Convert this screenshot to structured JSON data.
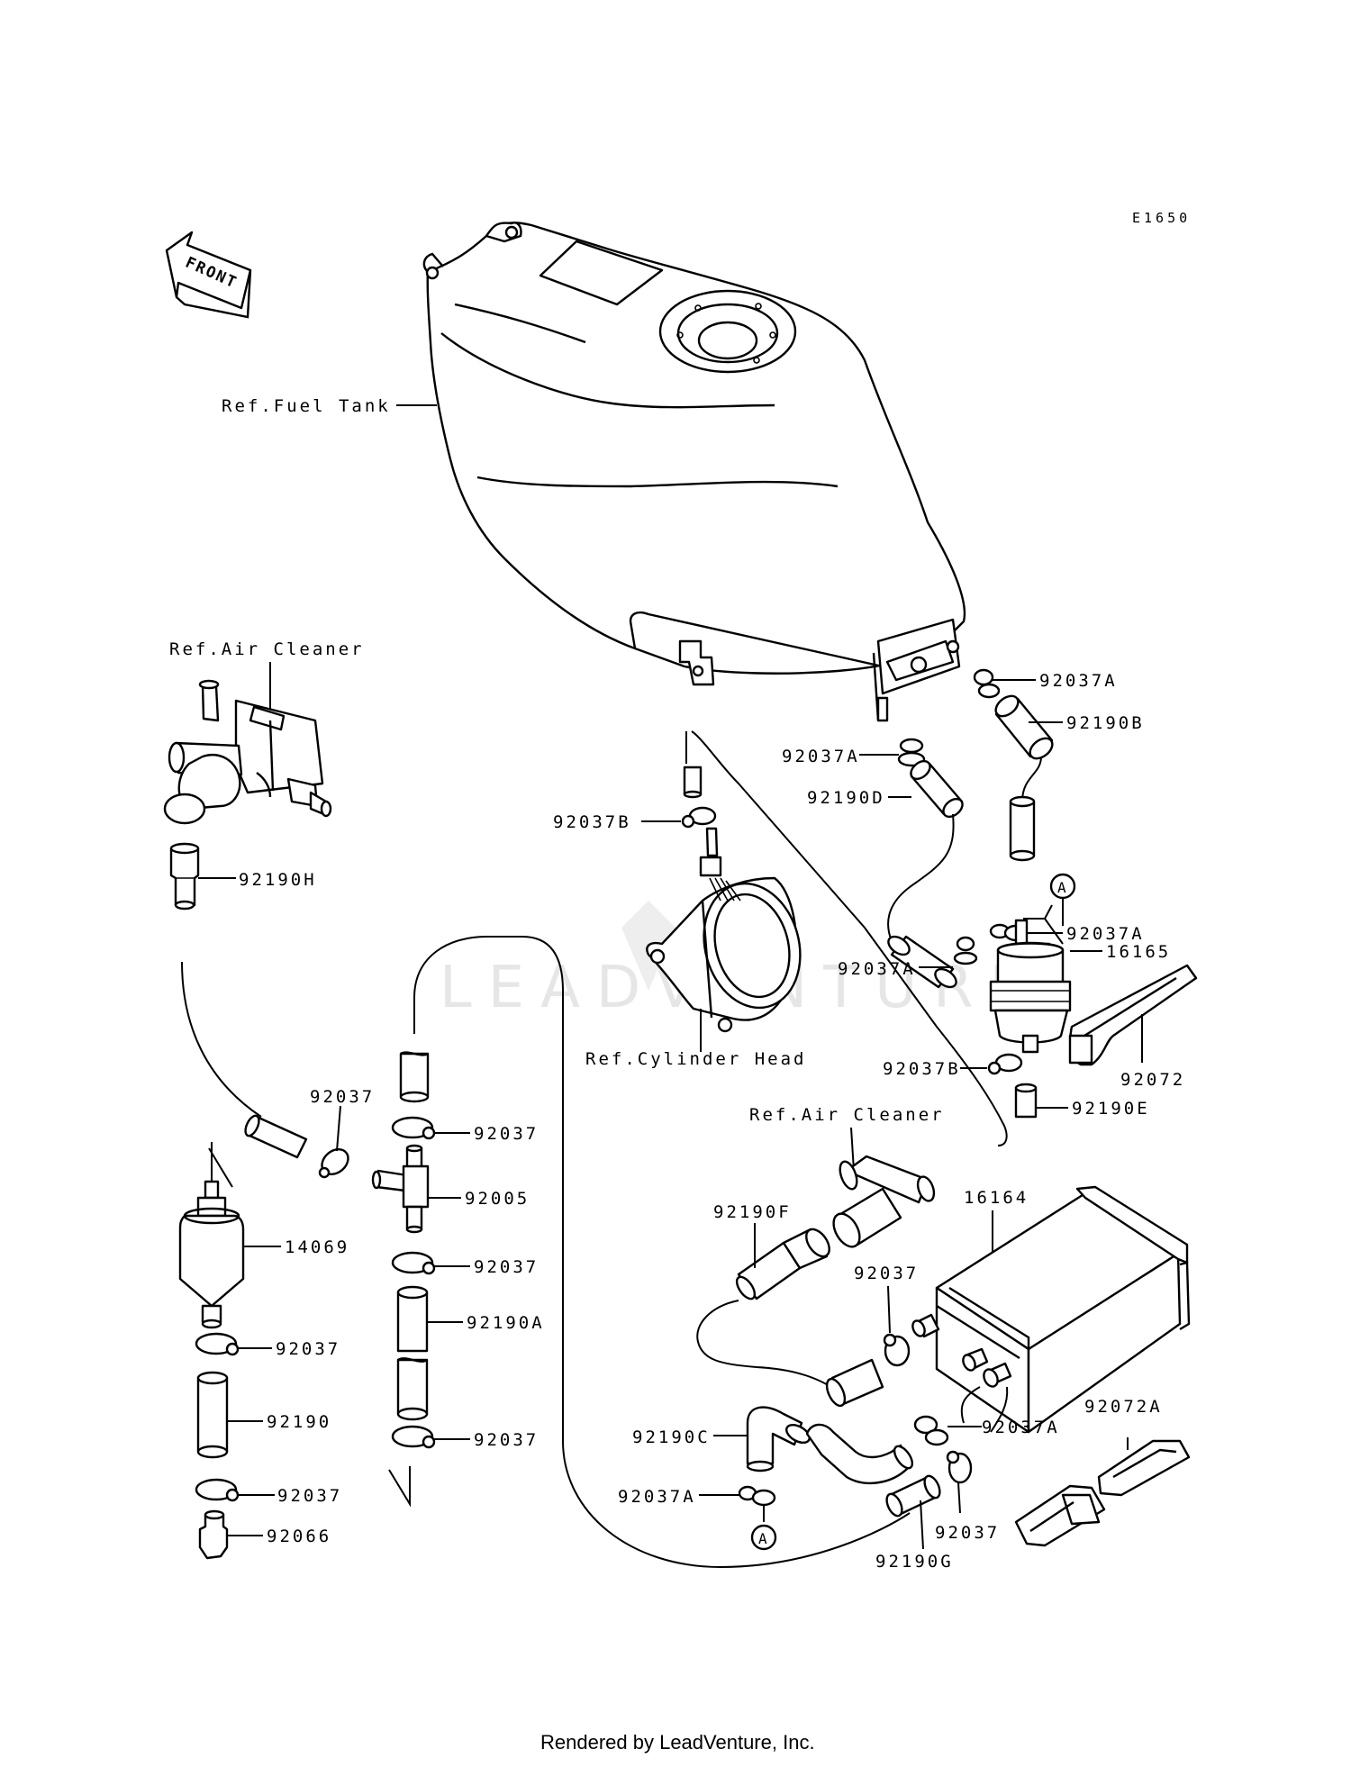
{
  "diagram": {
    "code": "E1650",
    "front_label": "FRONT",
    "watermark": "LEADVENTURE",
    "footer": "Rendered by LeadVenture, Inc.",
    "refs": {
      "fuel_tank": "Ref.Fuel Tank",
      "air_cleaner_1": "Ref.Air Cleaner",
      "cylinder_head": "Ref.Cylinder Head",
      "air_cleaner_2": "Ref.Air Cleaner"
    },
    "callouts": {
      "p92037A_1": "92037A",
      "p92190B": "92190B",
      "p92037A_2": "92037A",
      "p92190D": "92190D",
      "p92037B_1": "92037B",
      "circleA_1": "A",
      "p92037A_3": "92037A",
      "p92190H": "92190H",
      "p16165": "16165",
      "p92037A_4": "92037A",
      "p92037B_2": "92037B",
      "p92072": "92072",
      "p92190E": "92190E",
      "p92037_1": "92037",
      "p92037_2": "92037",
      "p92005": "92005",
      "p14069": "14069",
      "p92037_3": "92037",
      "p92190A": "92190A",
      "p16164": "16164",
      "p92190F": "92190F",
      "p92037_4": "92037",
      "p92037_5": "92037",
      "p92190": "92190",
      "p92037_6": "92037",
      "p92037_7": "92037",
      "p92066": "92066",
      "p92190C": "92190C",
      "p92037A_5": "92037A",
      "p92072A": "92072A",
      "p92037A_6": "92037A",
      "circleA_2": "A",
      "p92037_8": "92037",
      "p92190G": "92190G"
    }
  }
}
